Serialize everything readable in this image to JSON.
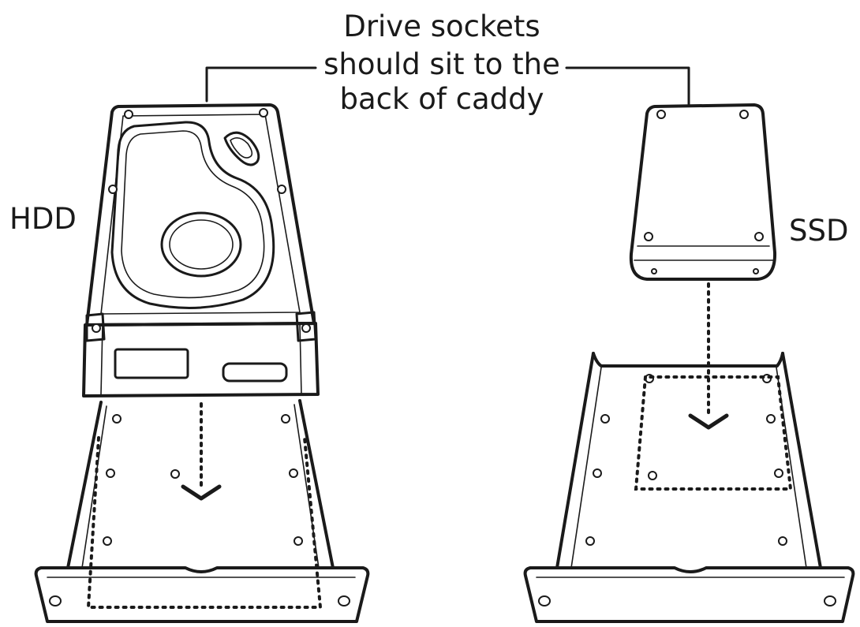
{
  "callout": {
    "lines": [
      "Drive sockets",
      "should sit to the",
      "back of caddy"
    ]
  },
  "labels": {
    "hdd": "HDD",
    "ssd": "SSD"
  },
  "colors": {
    "ink": "#1a1a1a",
    "background": "#ffffff"
  }
}
